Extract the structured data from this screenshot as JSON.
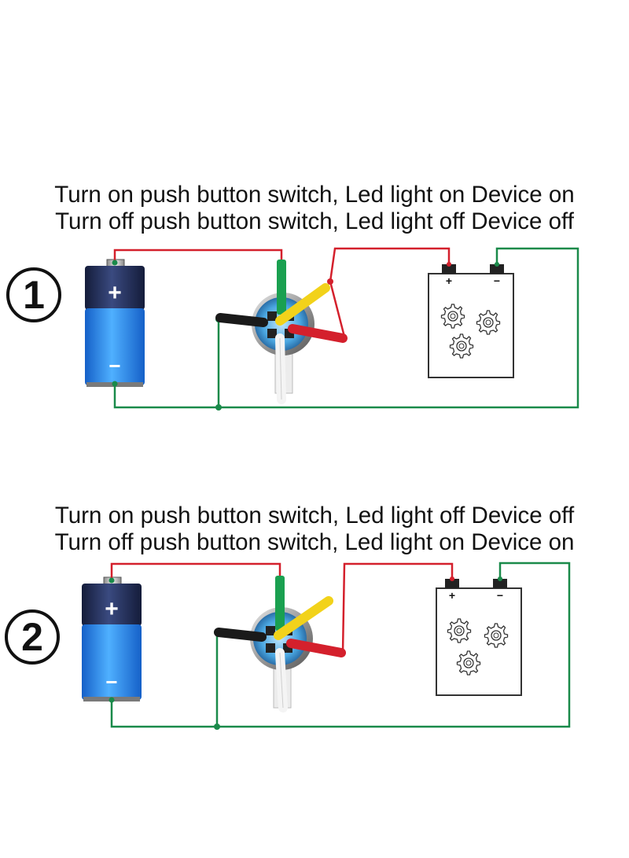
{
  "diagram1": {
    "number": "1",
    "line1": "Turn on push button switch, Led light on Device on",
    "line2": "Turn off push button switch, Led light off Device off"
  },
  "diagram2": {
    "number": "2",
    "line1": "Turn on push button switch, Led light off Device off",
    "line2": "Turn off push button switch, Led light on Device on"
  },
  "battery": {
    "plus": "+",
    "minus": "−"
  },
  "device": {
    "plus": "+",
    "minus": "−"
  },
  "colors": {
    "red_wire": "#d4202c",
    "green_wire": "#1a8a4a",
    "yellow_wire": "#f2d21a",
    "black_wire": "#1a1a1a",
    "battery_blue": "#2a8ef0",
    "battery_dark": "#1d2a55"
  }
}
